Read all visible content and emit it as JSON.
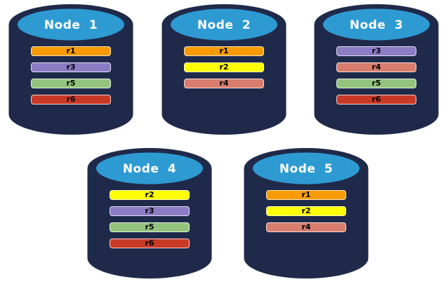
{
  "palette": {
    "background": "#FFFFFF",
    "cylinder_body": "#1F2A4A",
    "cylinder_top": "#2E9AD2",
    "title_text": "#FFFFFF",
    "bar_text": "#000000"
  },
  "replica_colors": {
    "r1": "#F99B00",
    "r2": "#FFFF00",
    "r3": "#8C7BC5",
    "r4": "#D97D6C",
    "r5": "#93C47D",
    "r6": "#C93A26"
  },
  "nodes": [
    {
      "label": "Node 1",
      "replicas": [
        {
          "label": "r1",
          "color": "#F99B00"
        },
        {
          "label": "r3",
          "color": "#8C7BC5"
        },
        {
          "label": "r5",
          "color": "#93C47D"
        },
        {
          "label": "r6",
          "color": "#C93A26"
        }
      ]
    },
    {
      "label": "Node 2",
      "replicas": [
        {
          "label": "r1",
          "color": "#F99B00"
        },
        {
          "label": "r2",
          "color": "#FFFF00"
        },
        {
          "label": "r4",
          "color": "#D97D6C"
        }
      ]
    },
    {
      "label": "Node 3",
      "replicas": [
        {
          "label": "r3",
          "color": "#8C7BC5"
        },
        {
          "label": "r4",
          "color": "#D97D6C"
        },
        {
          "label": "r5",
          "color": "#93C47D"
        },
        {
          "label": "r6",
          "color": "#C93A26"
        }
      ]
    },
    {
      "label": "Node 4",
      "replicas": [
        {
          "label": "r2",
          "color": "#FFFF00"
        },
        {
          "label": "r3",
          "color": "#8C7BC5"
        },
        {
          "label": "r5",
          "color": "#93C47D"
        },
        {
          "label": "r6",
          "color": "#C93A26"
        }
      ]
    },
    {
      "label": "Node 5",
      "replicas": [
        {
          "label": "r1",
          "color": "#F99B00"
        },
        {
          "label": "r2",
          "color": "#FFFF00"
        },
        {
          "label": "r4",
          "color": "#D97D6C"
        }
      ]
    }
  ]
}
